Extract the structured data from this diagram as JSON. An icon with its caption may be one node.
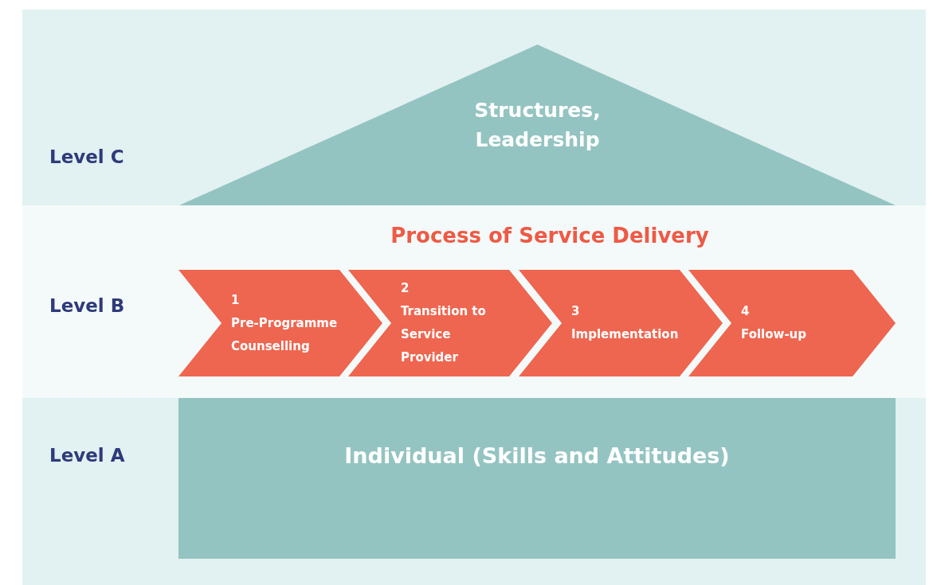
{
  "diagram": {
    "nodes": [
      {
        "text": [
          "Level C"
        ]
      },
      {
        "text": [
          "Structures, Leadership"
        ],
        "in": 0
      },
      {
        "text": [
          "Level B"
        ]
      },
      {
        "text": [
          "1",
          "Pre-Programme Counselling"
        ],
        "in": 2
      },
      {
        "text": [
          "2",
          "Transition to Service Provider"
        ],
        "in": 2
      },
      {
        "text": [
          "3",
          "Implementation"
        ],
        "in": 2
      },
      {
        "text": [
          "4",
          "Follow-up"
        ],
        "in": 2
      },
      {
        "text": [
          "Level A"
        ]
      },
      {
        "text": [
          "Individual (Skills and Attitudes)"
        ],
        "in": 7
      }
    ],
    "labels": [
      "Process of Service Delivery"
    ]
  }
}
